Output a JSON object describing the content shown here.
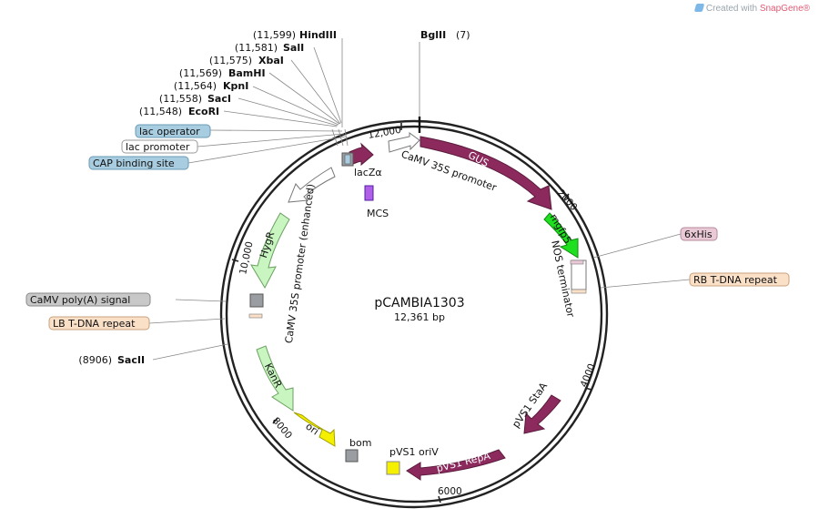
{
  "watermark": {
    "text": "Created with ",
    "brand": "SnapGene®"
  },
  "plasmid": {
    "name": "pCAMBIA1303",
    "size": "12,361 bp"
  },
  "ticks": [
    {
      "label": "12,000"
    },
    {
      "label": "2000"
    },
    {
      "label": "4000"
    },
    {
      "label": "6000"
    },
    {
      "label": "8000"
    },
    {
      "label": "10,000"
    }
  ],
  "sites": [
    {
      "pos": "(7)",
      "name": "BglII"
    },
    {
      "pos": "(11,599)",
      "name": "HindIII"
    },
    {
      "pos": "(11,581)",
      "name": "SalI"
    },
    {
      "pos": "(11,575)",
      "name": "XbaI"
    },
    {
      "pos": "(11,569)",
      "name": "BamHI"
    },
    {
      "pos": "(11,564)",
      "name": "KpnI"
    },
    {
      "pos": "(11,558)",
      "name": "SacI"
    },
    {
      "pos": "(11,548)",
      "name": "EcoRI"
    },
    {
      "pos": "(8906)",
      "name": "SacII"
    }
  ],
  "boxed_labels": [
    {
      "text": "lac operator",
      "fill": "#a9cde0",
      "stroke": "#6a9bb5"
    },
    {
      "text": "lac promoter",
      "fill": "#ffffff",
      "stroke": "#9a9a9a"
    },
    {
      "text": "CAP binding site",
      "fill": "#a9cde0",
      "stroke": "#6a9bb5"
    },
    {
      "text": "6xHis",
      "fill": "#eac9d6",
      "stroke": "#b58a9b"
    },
    {
      "text": "RB T-DNA repeat",
      "fill": "#fbe0c8",
      "stroke": "#c9a07c"
    },
    {
      "text": "CaMV poly(A) signal",
      "fill": "#c8c8c8",
      "stroke": "#8a8a8a"
    },
    {
      "text": "LB T-DNA repeat",
      "fill": "#fbe0c8",
      "stroke": "#c9a07c"
    }
  ],
  "features": [
    {
      "name": "GUS"
    },
    {
      "name": "mgfp5"
    },
    {
      "name": "HygR"
    },
    {
      "name": "KanR"
    },
    {
      "name": "ori"
    },
    {
      "name": "pVS1 StaA"
    },
    {
      "name": "pVS1 RepA"
    },
    {
      "name": "lacZα"
    },
    {
      "name": "MCS"
    },
    {
      "name": "CaMV 35S promoter"
    },
    {
      "name": "CaMV 35S promoter (enhanced)"
    },
    {
      "name": "NOS terminator"
    },
    {
      "name": "bom"
    },
    {
      "name": "pVS1 oriV"
    }
  ],
  "colors": {
    "purple": "#8c2a5e",
    "green": "#1ee01e",
    "light_green": "#c8f5c0",
    "yellow": "#f5f000",
    "gray": "#9a9ea3",
    "backbone": "#222222"
  }
}
